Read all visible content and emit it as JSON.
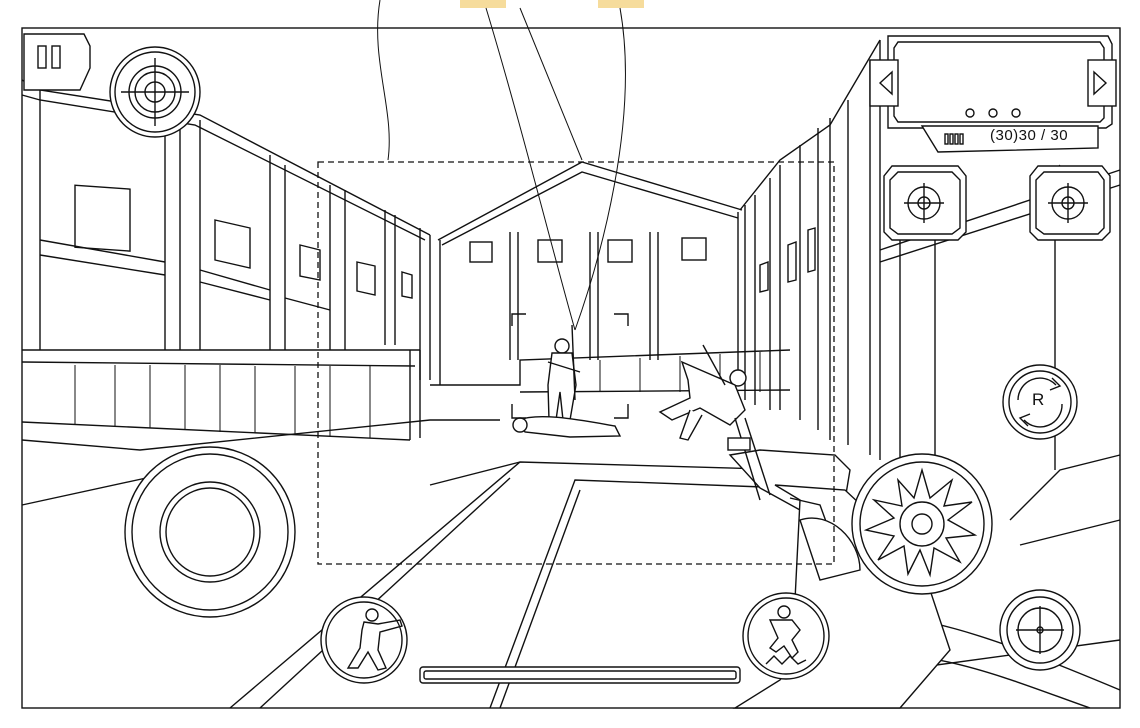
{
  "hud": {
    "pause_icon": "pause-icon",
    "ammo": {
      "text": "(30)30 / 30",
      "icon": "bullets-icon"
    },
    "weapon_selector": {
      "prev_icon": "chevron-left-icon",
      "next_icon": "chevron-right-icon",
      "page_dots": 3
    },
    "reload_label": "R",
    "buttons": [
      "aim-scope-button",
      "left-fire-button",
      "right-fire-button",
      "reload-button",
      "shoot-button",
      "sniper-scope-button",
      "stand-stance-button",
      "crouch-stance-button"
    ],
    "callout_markers": 2,
    "callout_marker_color": "#f6dc9c"
  }
}
